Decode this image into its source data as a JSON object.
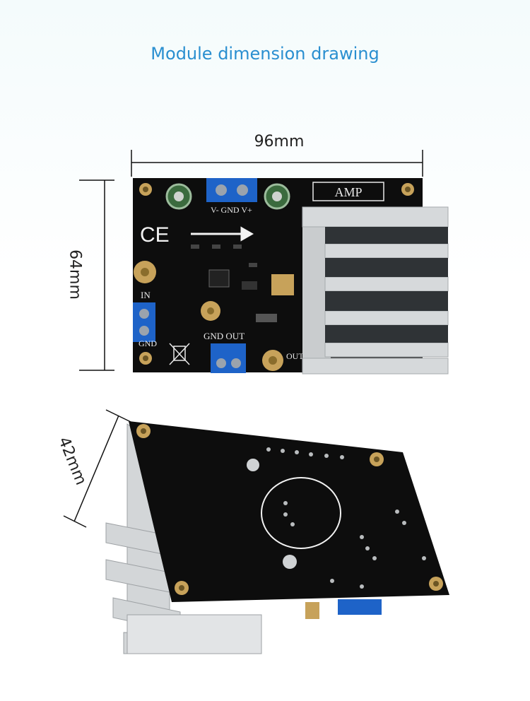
{
  "page": {
    "title": "Module dimension drawing"
  },
  "dimensions": {
    "width": "96mm",
    "height": "64mm",
    "depth": "42mm"
  },
  "board_labels": {
    "badge": "AMP",
    "ce": "CE",
    "power_terminal": "V- GND V+",
    "input": "IN",
    "input_gnd": "GND",
    "output": "GND OUT",
    "output_sma": "OUT"
  },
  "colors": {
    "title": "#2a8fd0",
    "pcb": "#0d0d0d",
    "heatsink": "#c9ccce",
    "terminal": "#1e63c8",
    "gold": "#c7a25a"
  }
}
